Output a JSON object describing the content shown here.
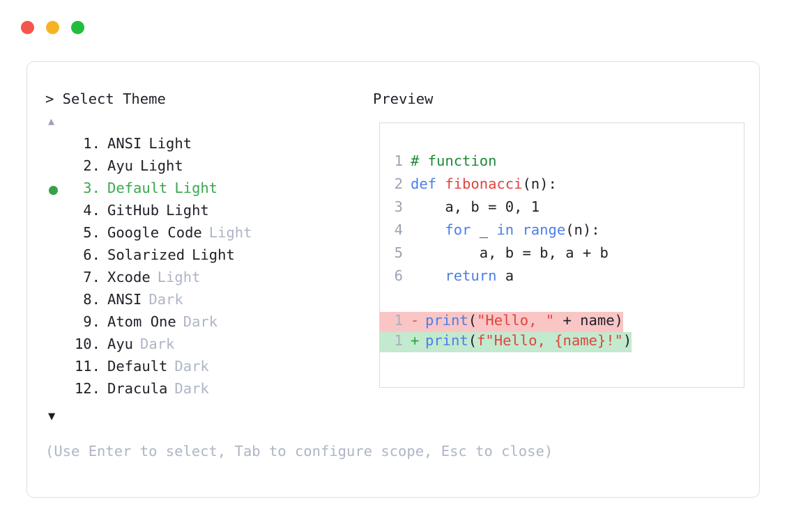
{
  "window": {
    "buttons": [
      {
        "name": "close",
        "color": "#f4554d"
      },
      {
        "name": "minimize",
        "color": "#f5b324"
      },
      {
        "name": "maximize",
        "color": "#22bd3b"
      }
    ]
  },
  "prompt": {
    "title": "> Select Theme",
    "scroll_up": "▲",
    "scroll_down": "▼"
  },
  "preview": {
    "title": "Preview"
  },
  "themes": [
    {
      "index": " 1.",
      "name": "ANSI",
      "suffix": "Light",
      "suffix_muted": false,
      "selected": false
    },
    {
      "index": " 2.",
      "name": "Ayu",
      "suffix": "Light",
      "suffix_muted": false,
      "selected": false
    },
    {
      "index": " 3.",
      "name": "Default",
      "suffix": "Light",
      "suffix_muted": false,
      "selected": true
    },
    {
      "index": " 4.",
      "name": "GitHub",
      "suffix": "Light",
      "suffix_muted": false,
      "selected": false
    },
    {
      "index": " 5.",
      "name": "Google Code",
      "suffix": "Light",
      "suffix_muted": true,
      "selected": false
    },
    {
      "index": " 6.",
      "name": "Solarized",
      "suffix": "Light",
      "suffix_muted": false,
      "selected": false
    },
    {
      "index": " 7.",
      "name": "Xcode",
      "suffix": "Light",
      "suffix_muted": true,
      "selected": false
    },
    {
      "index": " 8.",
      "name": "ANSI",
      "suffix": "Dark",
      "suffix_muted": true,
      "selected": false
    },
    {
      "index": " 9.",
      "name": "Atom One",
      "suffix": "Dark",
      "suffix_muted": true,
      "selected": false
    },
    {
      "index": "10.",
      "name": "Ayu",
      "suffix": "Dark",
      "suffix_muted": true,
      "selected": false
    },
    {
      "index": "11.",
      "name": "Default",
      "suffix": "Dark",
      "suffix_muted": true,
      "selected": false
    },
    {
      "index": "12.",
      "name": "Dracula",
      "suffix": "Dark",
      "suffix_muted": true,
      "selected": false
    }
  ],
  "code": {
    "lines": [
      {
        "num": "1",
        "tokens": [
          {
            "t": "# function",
            "c": "comment"
          }
        ]
      },
      {
        "num": "2",
        "tokens": [
          {
            "t": "def ",
            "c": "kw"
          },
          {
            "t": "fibonacci",
            "c": "fn"
          },
          {
            "t": "(n):",
            "c": "punct"
          }
        ]
      },
      {
        "num": "3",
        "tokens": [
          {
            "t": "    a, b = 0, 1",
            "c": "plain"
          }
        ]
      },
      {
        "num": "4",
        "tokens": [
          {
            "t": "    ",
            "c": "plain"
          },
          {
            "t": "for",
            "c": "kw"
          },
          {
            "t": " _ ",
            "c": "plain"
          },
          {
            "t": "in",
            "c": "kw"
          },
          {
            "t": " ",
            "c": "plain"
          },
          {
            "t": "range",
            "c": "builtin"
          },
          {
            "t": "(n):",
            "c": "punct"
          }
        ]
      },
      {
        "num": "5",
        "tokens": [
          {
            "t": "        a, b = b, a + b",
            "c": "plain"
          }
        ]
      },
      {
        "num": "6",
        "tokens": [
          {
            "t": "    ",
            "c": "plain"
          },
          {
            "t": "return",
            "c": "kw"
          },
          {
            "t": " a",
            "c": "plain"
          }
        ]
      }
    ],
    "diff": [
      {
        "num": "1",
        "marker": "-",
        "kind": "minus",
        "tokens": [
          {
            "t": "print",
            "c": "builtin"
          },
          {
            "t": "(",
            "c": "punct"
          },
          {
            "t": "\"Hello, \"",
            "c": "str"
          },
          {
            "t": " + name)",
            "c": "plain"
          }
        ]
      },
      {
        "num": "1",
        "marker": "+",
        "kind": "plus",
        "tokens": [
          {
            "t": "print",
            "c": "builtin"
          },
          {
            "t": "(",
            "c": "punct"
          },
          {
            "t": "f\"Hello, {name}!\"",
            "c": "str"
          },
          {
            "t": ")",
            "c": "punct"
          }
        ]
      }
    ]
  },
  "hint": "(Use Enter to select, Tab to configure scope, Esc to close)"
}
